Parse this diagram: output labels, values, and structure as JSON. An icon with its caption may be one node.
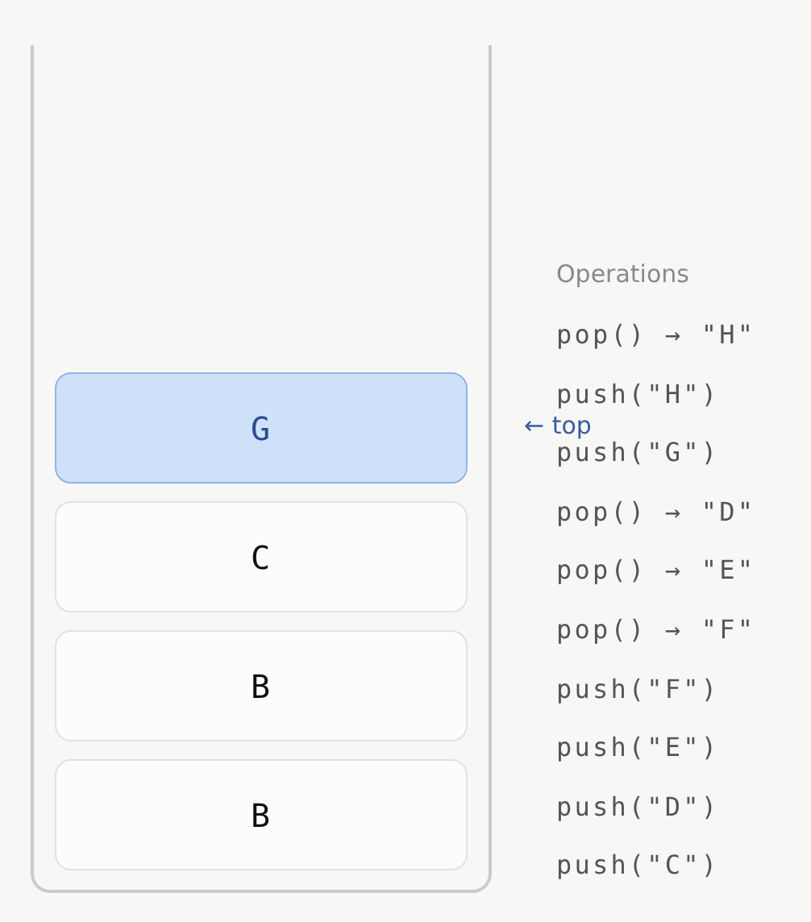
{
  "diagram": {
    "nodes": [
      {
        "text": [],
        "shape": "box"
      },
      {
        "text": [
          "G"
        ],
        "in": 0,
        "beside": [
          "← top"
        ]
      },
      {
        "text": [
          "C"
        ],
        "in": 0
      },
      {
        "text": [
          "B"
        ],
        "in": 0
      },
      {
        "text": [
          "B"
        ],
        "in": 0
      }
    ],
    "labels": [
      "Operations",
      "pop() → \"H\"",
      "push(\"H\")",
      "push(\"G\")",
      "pop() → \"D\"",
      "pop() → \"E\"",
      "pop() → \"F\"",
      "push(\"F\")",
      "push(\"E\")",
      "push(\"D\")",
      "push(\"C\")"
    ]
  }
}
